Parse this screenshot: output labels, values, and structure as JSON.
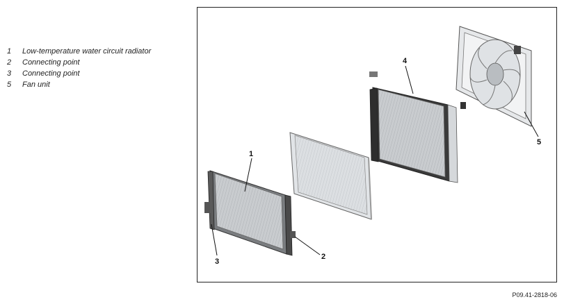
{
  "legend": {
    "items": [
      {
        "number": "1",
        "label": "Low-temperature water circuit radiator"
      },
      {
        "number": "2",
        "label": "Connecting point"
      },
      {
        "number": "3",
        "label": "Connecting point"
      },
      {
        "number": "5",
        "label": "Fan unit"
      }
    ]
  },
  "callouts": {
    "c1": "1",
    "c2": "2",
    "c3": "3",
    "c4": "4",
    "c5": "5"
  },
  "reference_code": "P09.41-2818-06"
}
